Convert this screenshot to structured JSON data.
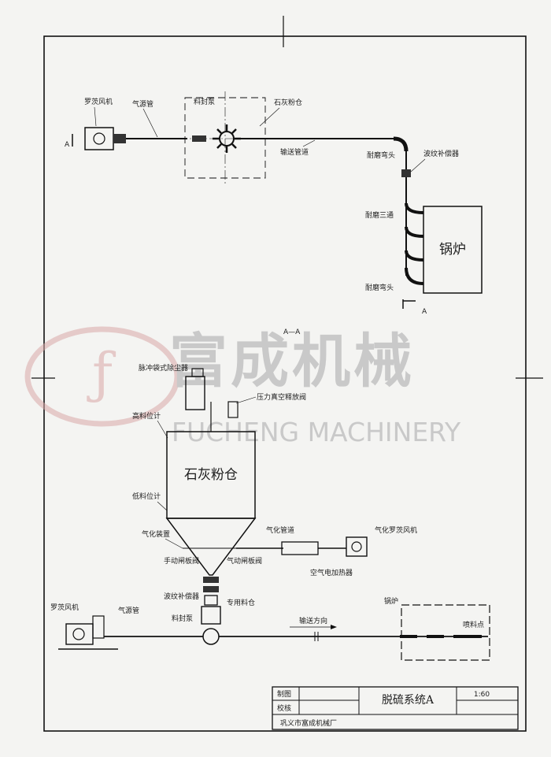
{
  "top_view": {
    "roots_blower": "罗茨风机",
    "air_pipe": "气源管",
    "feed_pump": "料封泵",
    "lime_silo": "石灰粉仓",
    "conveying_pipe": "输送管道",
    "wear_elbow_1": "耐磨弯头",
    "bellows_compensator": "波纹补偿器",
    "wear_tee": "耐磨三通",
    "wear_elbow_2": "耐磨弯头",
    "boiler": "锅炉",
    "section_mark": "A"
  },
  "section_view": {
    "title": "A—A",
    "pulse_filter": "脉冲袋式除尘器",
    "pressure_valve": "压力真空释放阀",
    "high_level": "高料位计",
    "silo": "石灰粉仓",
    "low_level": "低料位计",
    "fluidizer": "气化装置",
    "fluid_pipe": "气化管道",
    "fluid_blower": "气化罗茨风机",
    "manual_gate": "手动闸板阀",
    "pneumatic_gate": "气动闸板阀",
    "air_heater": "空气电加热器",
    "bellows": "波纹补偿器",
    "special_bin": "专用料仓",
    "feed_pump": "料封泵",
    "roots_blower": "罗茨风机",
    "air_pipe": "气源管",
    "direction": "输送方向",
    "boiler": "锅炉",
    "spray_point": "喷料点"
  },
  "watermark": {
    "cn": "富成机械",
    "en": "FUCHENG MACHINERY",
    "logo": "ƒ"
  },
  "title_block": {
    "drawn_by": "制图",
    "checked_by": "校核",
    "title": "脱硫系统A",
    "scale": "1:60",
    "company": "巩义市富成机械厂"
  }
}
